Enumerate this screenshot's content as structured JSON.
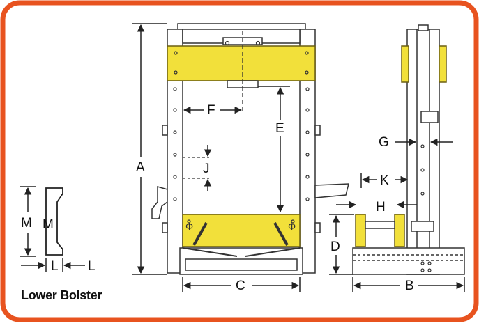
{
  "colors": {
    "border": "#e8531f",
    "bolster": "#f2e03a",
    "bolster_stroke": "#6b5f12",
    "line": "#333333",
    "frame_fill": "#ffffff"
  },
  "dimensions": {
    "a": "A",
    "b": "B",
    "c": "C",
    "d": "D",
    "e": "E",
    "f": "F",
    "g": "G",
    "h": "H",
    "j": "J",
    "k": "K"
  },
  "inset": {
    "m_left": "M",
    "m_right": "M",
    "l_left": "L",
    "l_right": "L",
    "caption": "Lower Bolster"
  }
}
